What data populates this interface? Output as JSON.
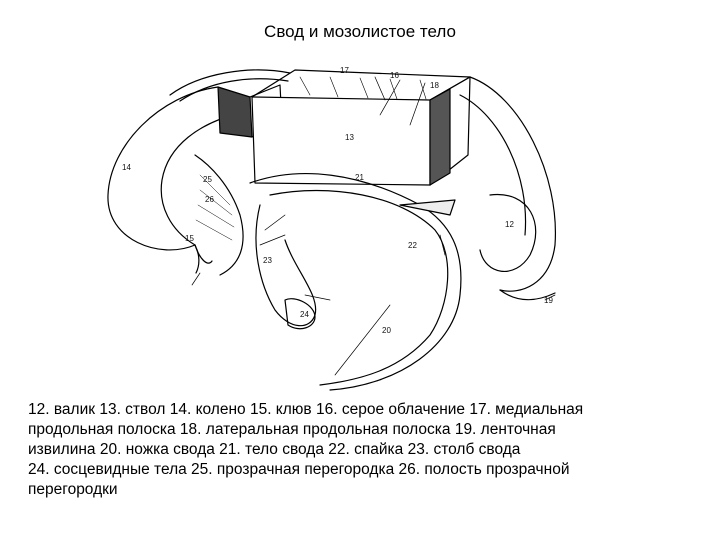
{
  "title": "Свод и мозолистое тело",
  "figure": {
    "labels": [
      {
        "id": "12",
        "text": "12"
      },
      {
        "id": "13",
        "text": "13"
      },
      {
        "id": "14",
        "text": "14"
      },
      {
        "id": "15",
        "text": "15"
      },
      {
        "id": "16",
        "text": "16"
      },
      {
        "id": "17",
        "text": "17"
      },
      {
        "id": "18",
        "text": "18"
      },
      {
        "id": "19",
        "text": "19"
      },
      {
        "id": "20",
        "text": "20"
      },
      {
        "id": "21",
        "text": "21"
      },
      {
        "id": "22",
        "text": "22"
      },
      {
        "id": "23",
        "text": "23"
      },
      {
        "id": "24",
        "text": "24"
      },
      {
        "id": "25",
        "text": "25"
      },
      {
        "id": "26",
        "text": "26"
      }
    ]
  },
  "caption": {
    "lines": [
      "12. валик  13. ствол  14. колено 15. клюв 16. серое облачение 17. медиальная",
      "продольная полоска  18. латеральная продольная полоска 19. ленточная",
      "извилина 20. ножка свода  21. тело свода 22. спайка 23. столб свода",
      "24. сосцевидные тела 25. прозрачная перегородка 26. полость прозрачной",
      "перегородки"
    ]
  }
}
